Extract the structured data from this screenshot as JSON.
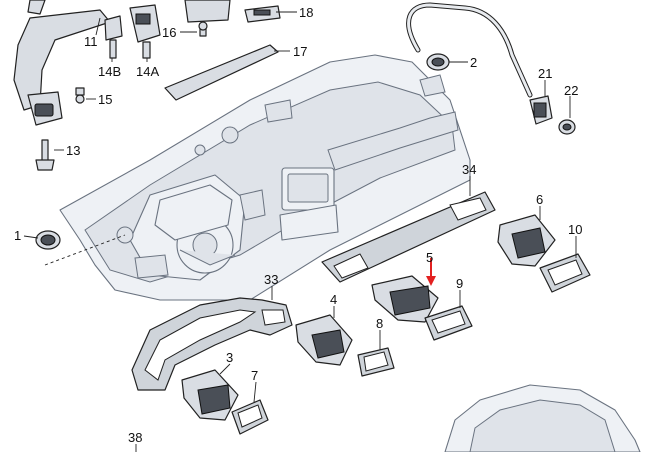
{
  "labels": {
    "p1": "1",
    "p2": "2",
    "p3": "3",
    "p4": "4",
    "p5": "5",
    "p6": "6",
    "p7": "7",
    "p8": "8",
    "p9": "9",
    "p10": "10",
    "p11": "11",
    "p13": "13",
    "p14A": "14A",
    "p14B": "14B",
    "p15": "15",
    "p16": "16",
    "p17": "17",
    "p18": "18",
    "p21": "21",
    "p22": "22",
    "p33": "33",
    "p34": "34",
    "p38": "38"
  },
  "highlight_color": "#e32020",
  "line_color": "#222222"
}
